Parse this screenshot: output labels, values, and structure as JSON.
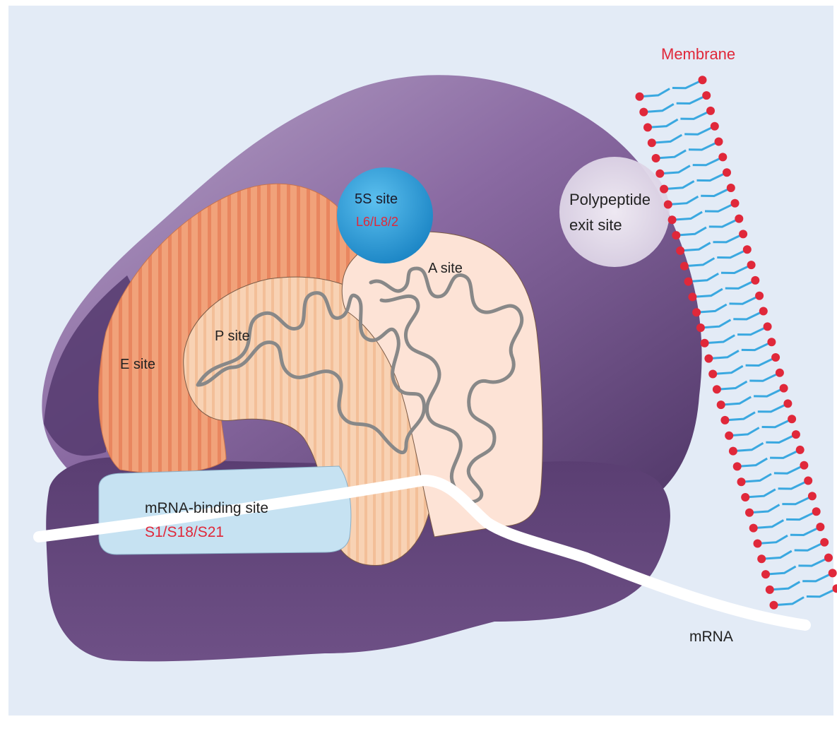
{
  "labels": {
    "membrane": "Membrane",
    "five_s_site": "5S site",
    "five_s_proteins": "L6/L8/2",
    "polypeptide_exit_line1": "Polypeptide",
    "polypeptide_exit_line2": "exit site",
    "a_site": "A site",
    "p_site": "P site",
    "e_site": "E site",
    "mrna_binding_site": "mRNA-binding site",
    "mrna_binding_proteins": "S1/S18/S21",
    "mrna": "mRNA"
  },
  "colors": {
    "background": "#e3ebf6",
    "ribosome_dark": "#5a3e72",
    "ribosome_mid": "#8a6aa2",
    "ribosome_light": "#b9a6c9",
    "e_site": "#f1a27a",
    "p_site": "#f8d2b4",
    "a_site": "#fde3d6",
    "five_s_site": "#2d9bd6",
    "mrna_binding_site": "#c6e2f2",
    "rna_strand": "#888888",
    "mrna": "#ffffff",
    "membrane_head": "#e0283a",
    "membrane_tail": "#3aa8e0",
    "label_red": "#e0283a",
    "label_dark": "#222222"
  }
}
